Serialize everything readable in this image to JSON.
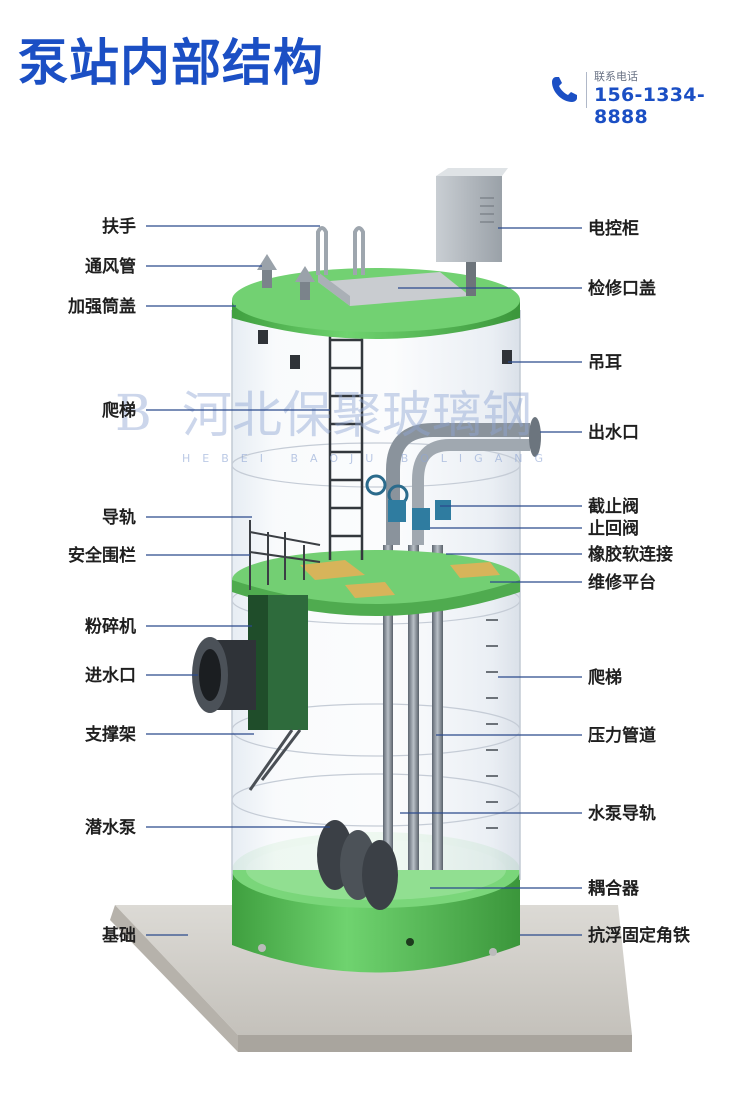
{
  "title": "泵站内部结构",
  "contact": {
    "label": "联系电话",
    "phone": "156-1334-8888",
    "icon": "phone-icon"
  },
  "watermark": {
    "text": "河北保聚玻璃钢",
    "pinyin": "HEBEI BAOJU BOLIGANG"
  },
  "labels_left": [
    {
      "id": "handrail",
      "text": "扶手"
    },
    {
      "id": "vent-pipe",
      "text": "通风管"
    },
    {
      "id": "reinforced-cover",
      "text": "加强筒盖"
    },
    {
      "id": "ladder-top",
      "text": "爬梯"
    },
    {
      "id": "guide-rail",
      "text": "导轨"
    },
    {
      "id": "safety-fence",
      "text": "安全围栏"
    },
    {
      "id": "grinder",
      "text": "粉碎机"
    },
    {
      "id": "water-inlet",
      "text": "进水口"
    },
    {
      "id": "support-frame",
      "text": "支撑架"
    },
    {
      "id": "submersible-pump",
      "text": "潜水泵"
    },
    {
      "id": "foundation",
      "text": "基础"
    }
  ],
  "labels_right": [
    {
      "id": "control-cabinet",
      "text": "电控柜"
    },
    {
      "id": "maintenance-cover",
      "text": "检修口盖"
    },
    {
      "id": "lifting-lug",
      "text": "吊耳"
    },
    {
      "id": "water-outlet",
      "text": "出水口"
    },
    {
      "id": "stop-valve",
      "text": "截止阀"
    },
    {
      "id": "check-valve",
      "text": "止回阀"
    },
    {
      "id": "rubber-joint",
      "text": "橡胶软连接"
    },
    {
      "id": "maintenance-platform",
      "text": "维修平台"
    },
    {
      "id": "ladder-side",
      "text": "爬梯"
    },
    {
      "id": "pressure-pipe",
      "text": "压力管道"
    },
    {
      "id": "pump-guide-rail",
      "text": "水泵导轨"
    },
    {
      "id": "coupling",
      "text": "耦合器"
    },
    {
      "id": "anti-float-angle",
      "text": "抗浮固定角铁"
    }
  ],
  "colors": {
    "accent": "#1b4fc4",
    "green": "#5cc15c",
    "green_dark": "#3d9a3d",
    "leader": "#2b4a8c"
  }
}
